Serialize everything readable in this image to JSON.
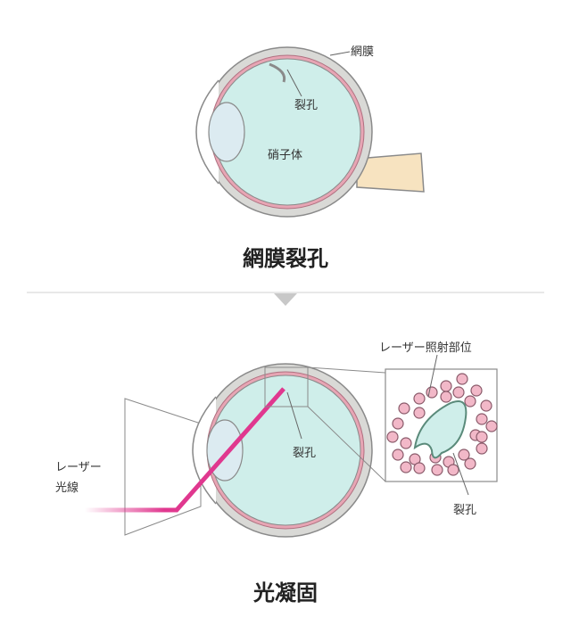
{
  "top": {
    "title": "網膜裂孔",
    "label_retina": "網膜",
    "label_tear": "裂孔",
    "label_vitreous": "硝子体"
  },
  "bottom": {
    "title": "光凝固",
    "label_laser_site": "レーザー照射部位",
    "label_tear": "裂孔",
    "label_tear_inset": "裂孔",
    "label_laser_line1": "レーザー",
    "label_laser_line2": "光線"
  },
  "colors": {
    "vitreous": "#cfeeea",
    "sclera": "#d9d9d6",
    "retina": "#e7a5b4",
    "laser": "#e0388f",
    "nerve": "#f7e3c0",
    "outline": "#8a8a8a"
  }
}
